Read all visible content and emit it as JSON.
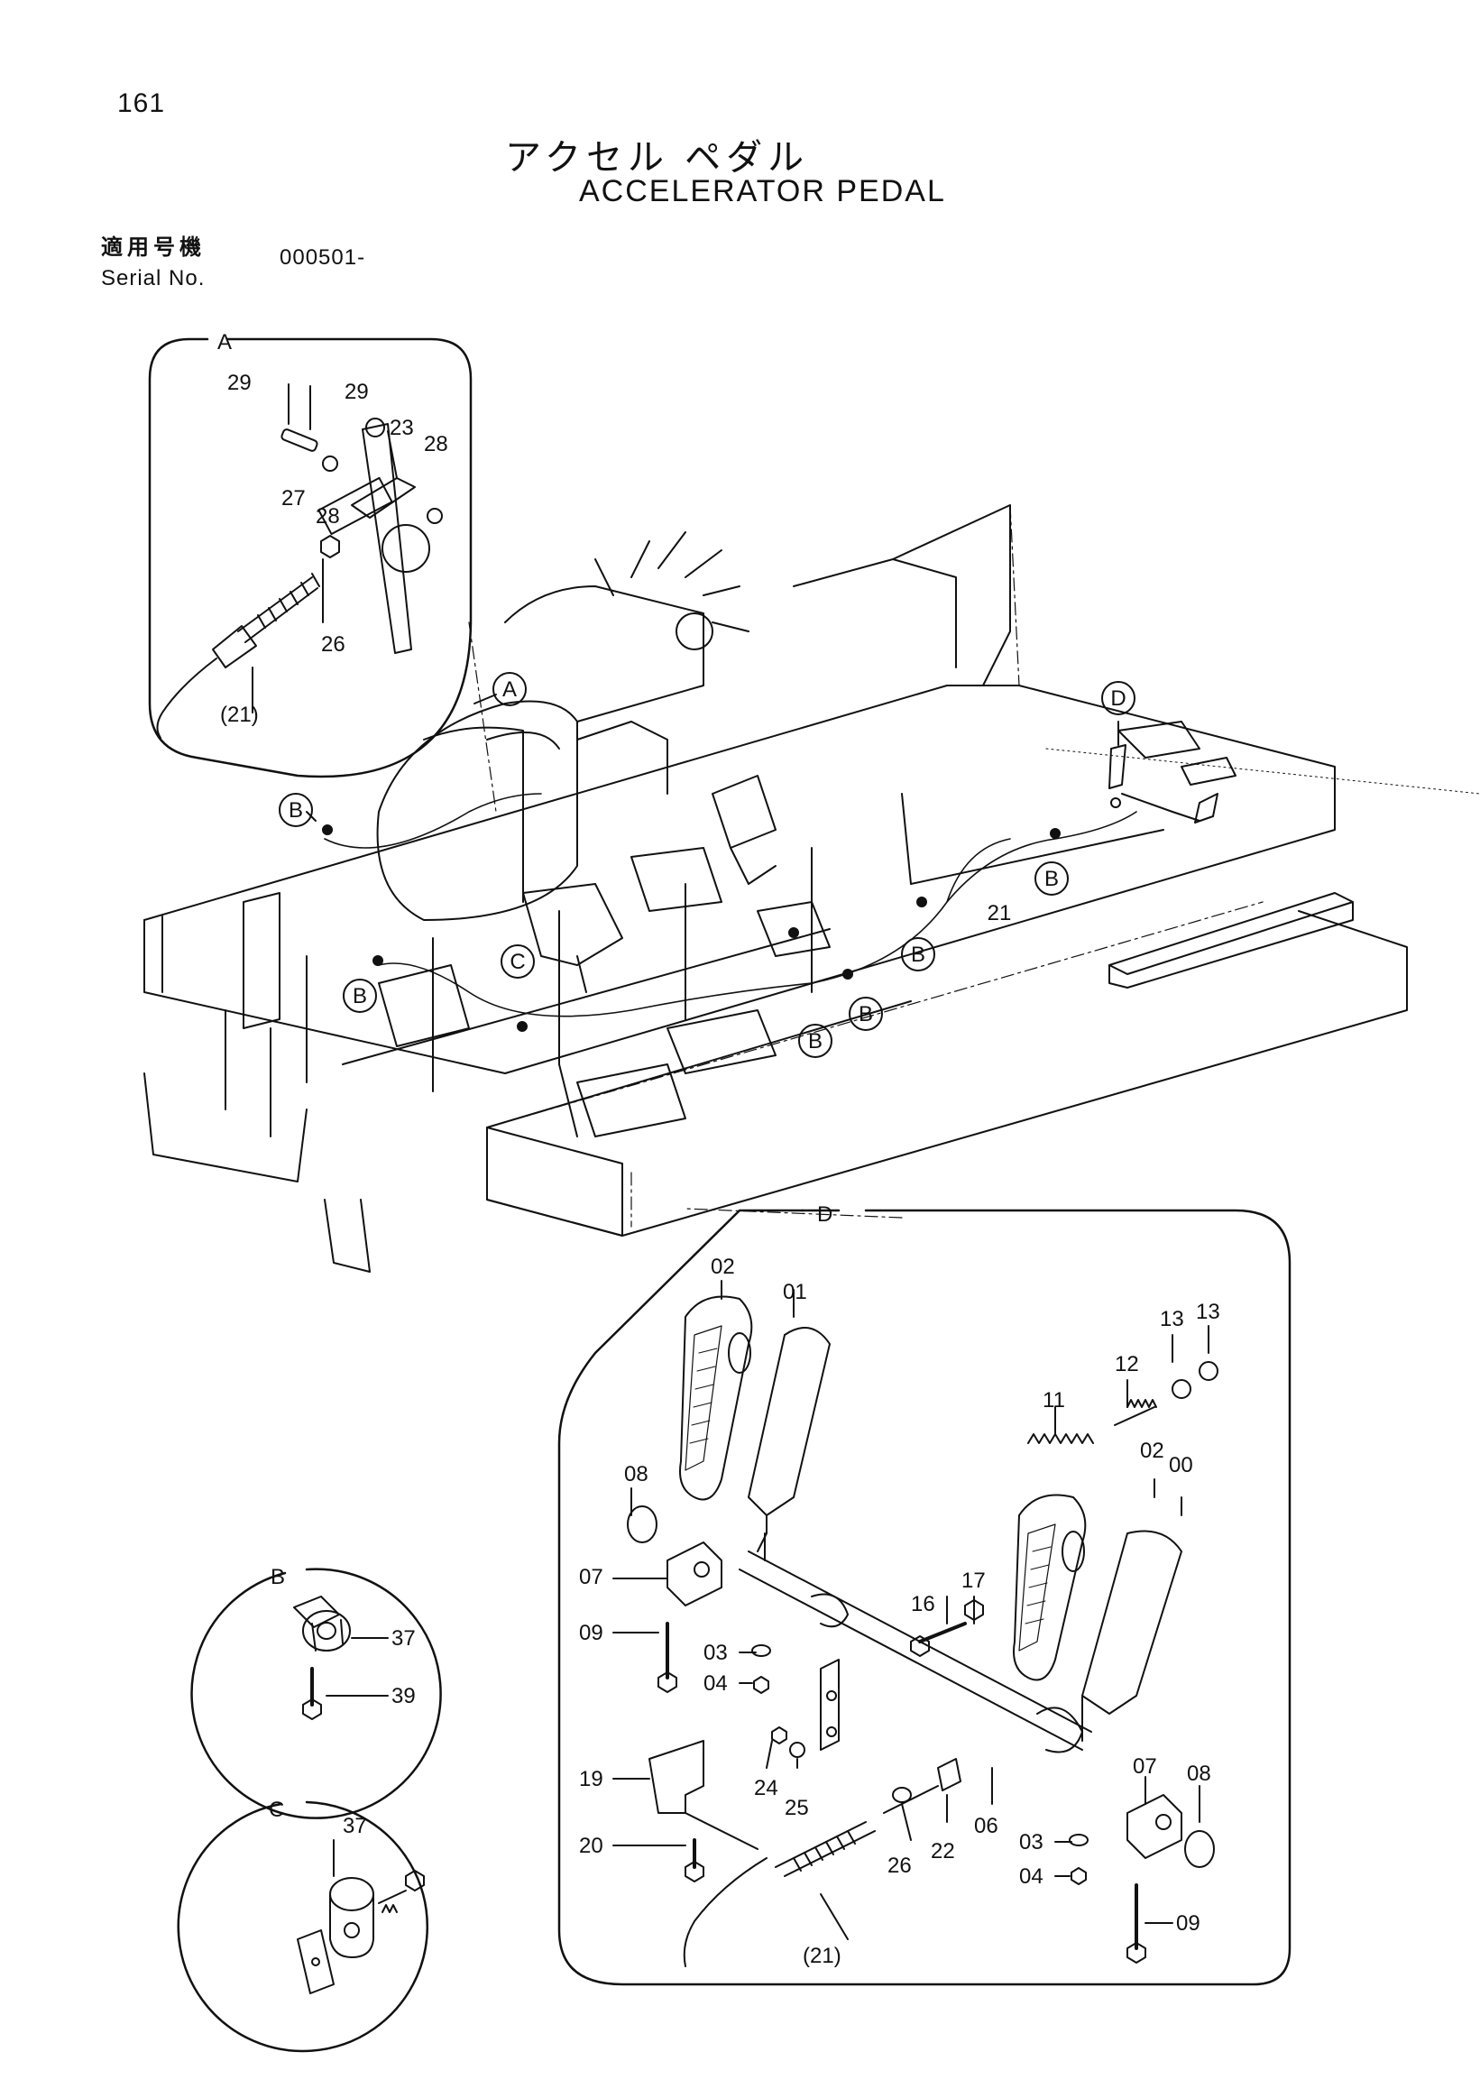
{
  "header": {
    "page_number": "161",
    "title_jp": "アクセル ペダル",
    "title_en": "ACCELERATOR PEDAL",
    "serial_label_jp": "適用号機",
    "serial_label_en": "Serial No.",
    "serial_value": "000501-"
  },
  "detail_labels": {
    "a": "A",
    "b": "B",
    "c": "C",
    "d": "D"
  },
  "callouts": {
    "a": "A",
    "d": "D",
    "b1": "B",
    "b2": "B",
    "b3": "B",
    "b4": "B",
    "b5": "B",
    "b6": "B",
    "c": "C"
  },
  "cable_label_main": "21",
  "detail_a_parts": [
    "29",
    "29",
    "23",
    "28",
    "27",
    "28",
    "26",
    "(21)"
  ],
  "detail_b_parts": [
    "37",
    "39"
  ],
  "detail_c_parts": [
    "37"
  ],
  "detail_d_parts": [
    "02",
    "01",
    "13",
    "13",
    "12",
    "11",
    "02",
    "00",
    "08",
    "07",
    "17",
    "16",
    "09",
    "03",
    "04",
    "19",
    "24",
    "25",
    "20",
    "26",
    "22",
    "06",
    "07",
    "08",
    "03",
    "04",
    "09",
    "(21)"
  ]
}
